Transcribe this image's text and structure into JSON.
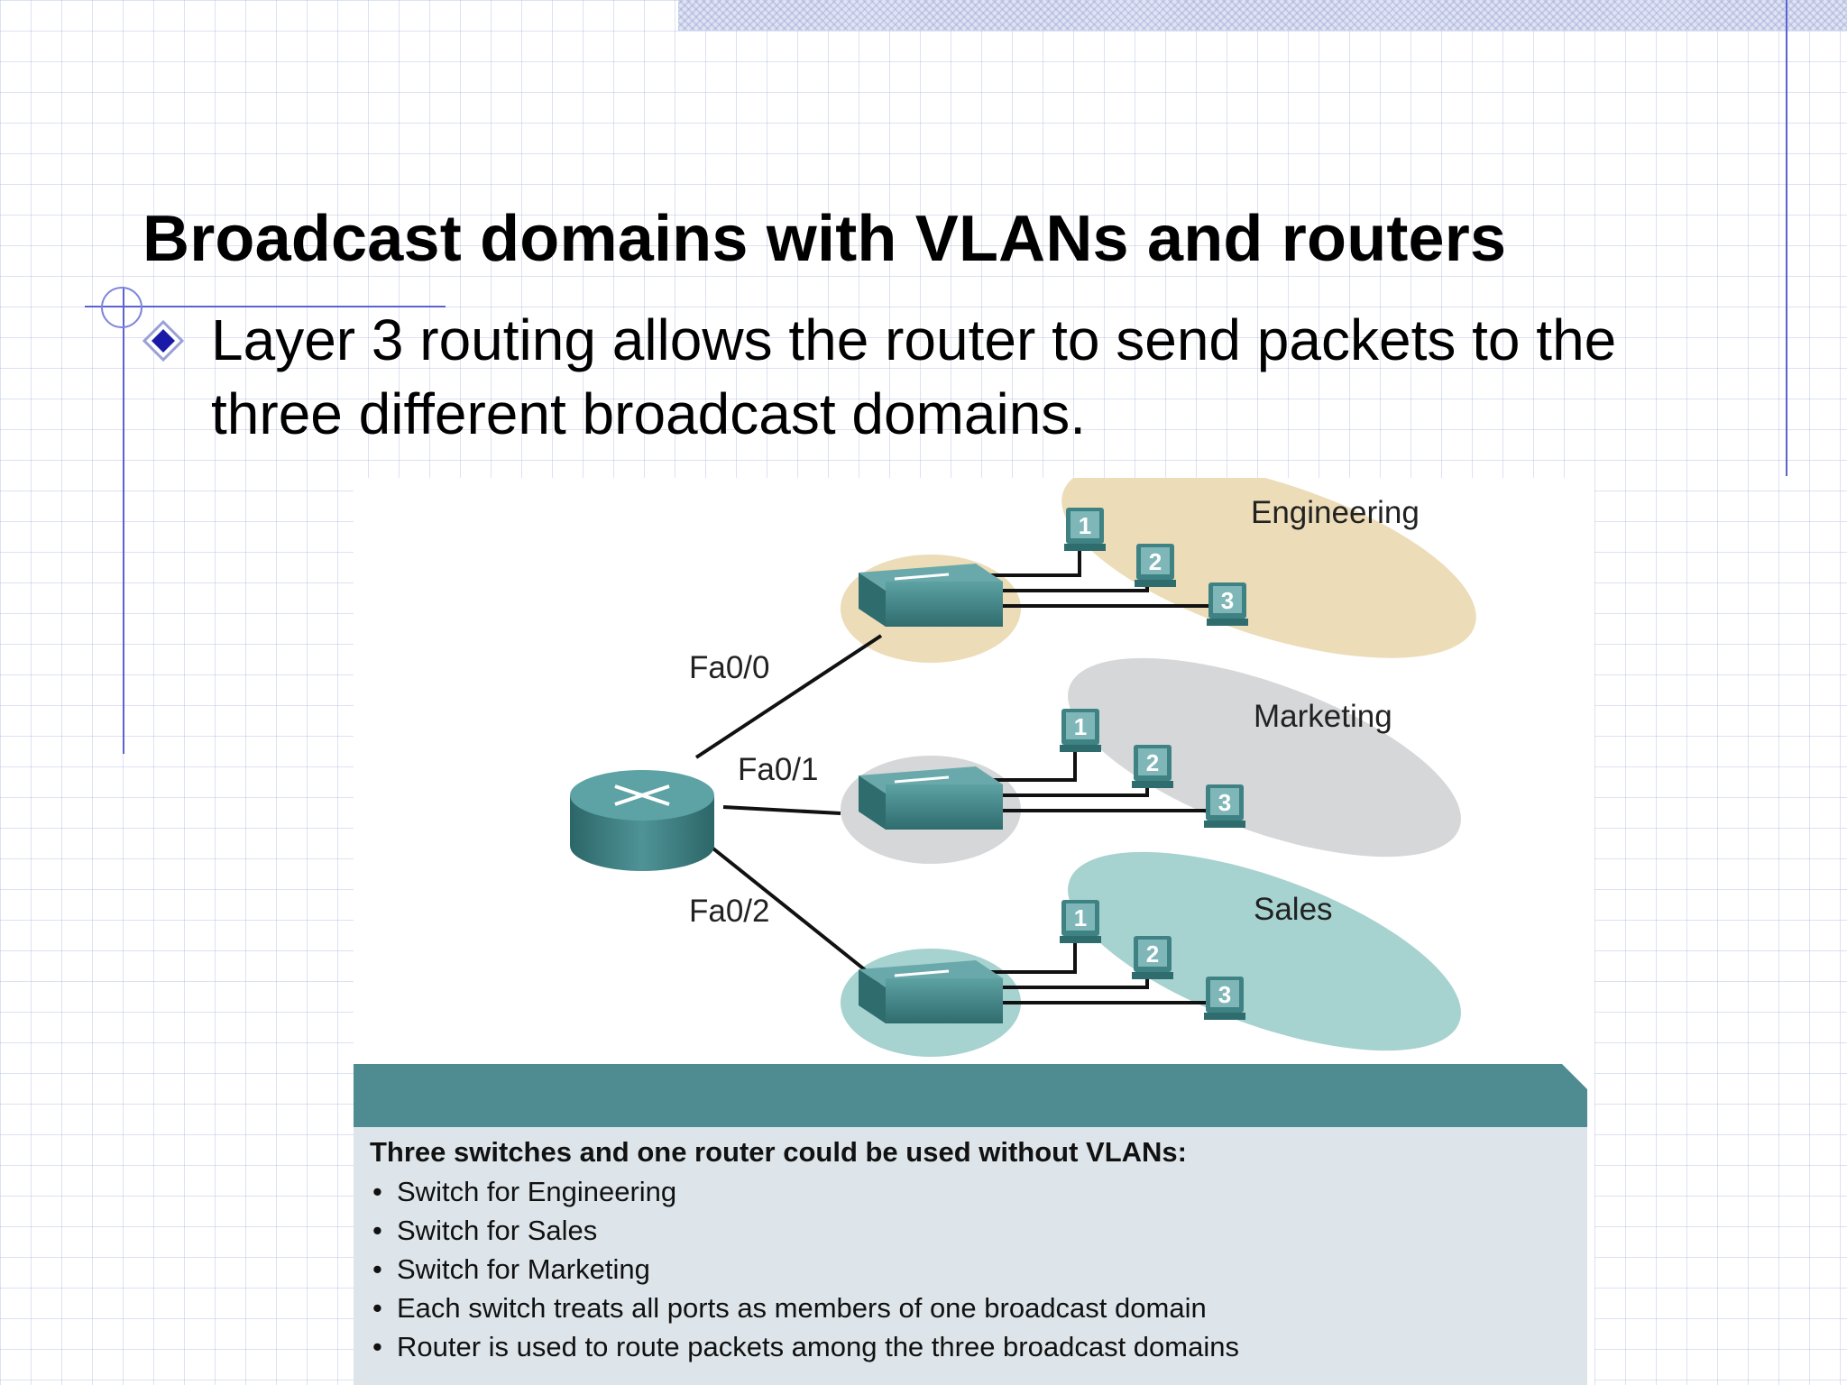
{
  "slide": {
    "title": "Broadcast domains with VLANs and routers",
    "bullet": "Layer 3 routing allows the router to send packets to the three different broadcast domains."
  },
  "diagram": {
    "router_ports": [
      "Fa0/0",
      "Fa0/1",
      "Fa0/2"
    ],
    "groups": [
      {
        "name": "Engineering",
        "color": "#ecdcb8",
        "pcs": [
          "1",
          "2",
          "3"
        ]
      },
      {
        "name": "Marketing",
        "color": "#d6d7d9",
        "pcs": [
          "1",
          "2",
          "3"
        ]
      },
      {
        "name": "Sales",
        "color": "#a6d2d0",
        "pcs": [
          "1",
          "2",
          "3"
        ]
      }
    ],
    "device_color": "#3f8284"
  },
  "caption": {
    "heading": "Three switches and one router could be used without VLANs:",
    "items": [
      "Switch for Engineering",
      "Switch for Sales",
      "Switch for Marketing",
      "Each switch treats all ports as members of one broadcast domain",
      "Router is used to route packets among the three broadcast domains"
    ]
  }
}
